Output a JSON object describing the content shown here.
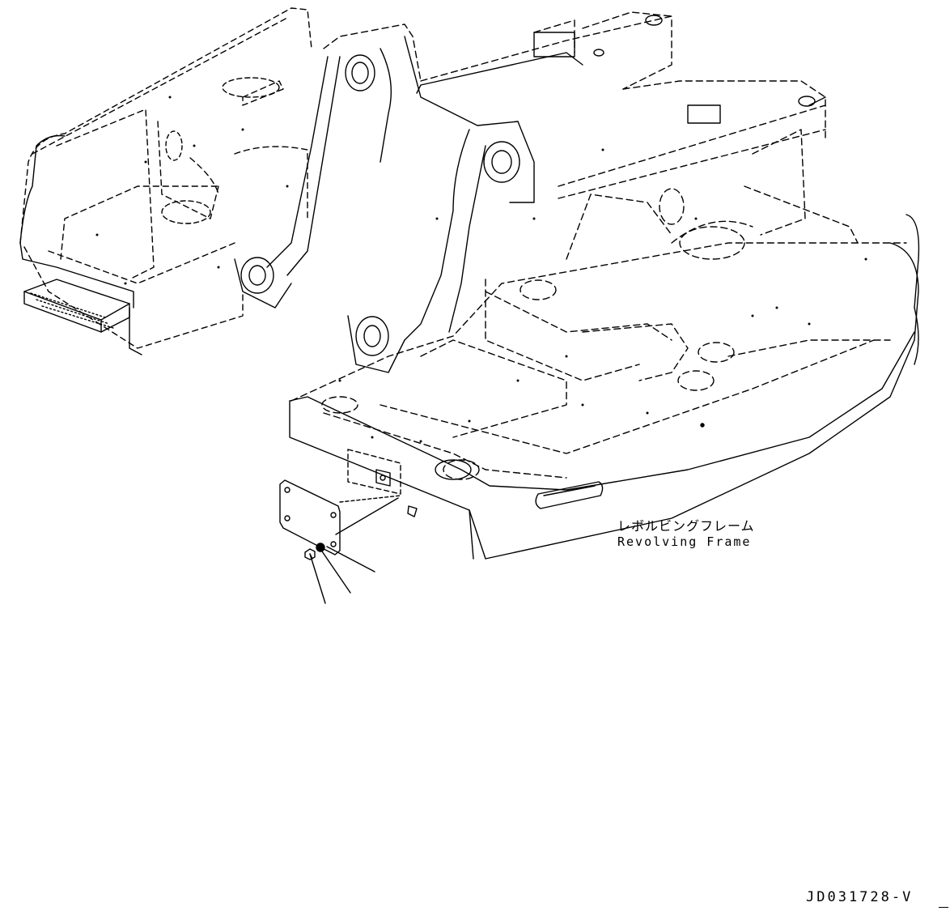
{
  "diagram": {
    "component_label_jp": "レボルビングフレーム",
    "component_label_en": "Revolving Frame",
    "drawing_code": "JD031728-V"
  },
  "colors": {
    "line": "#000000",
    "background": "#ffffff"
  }
}
